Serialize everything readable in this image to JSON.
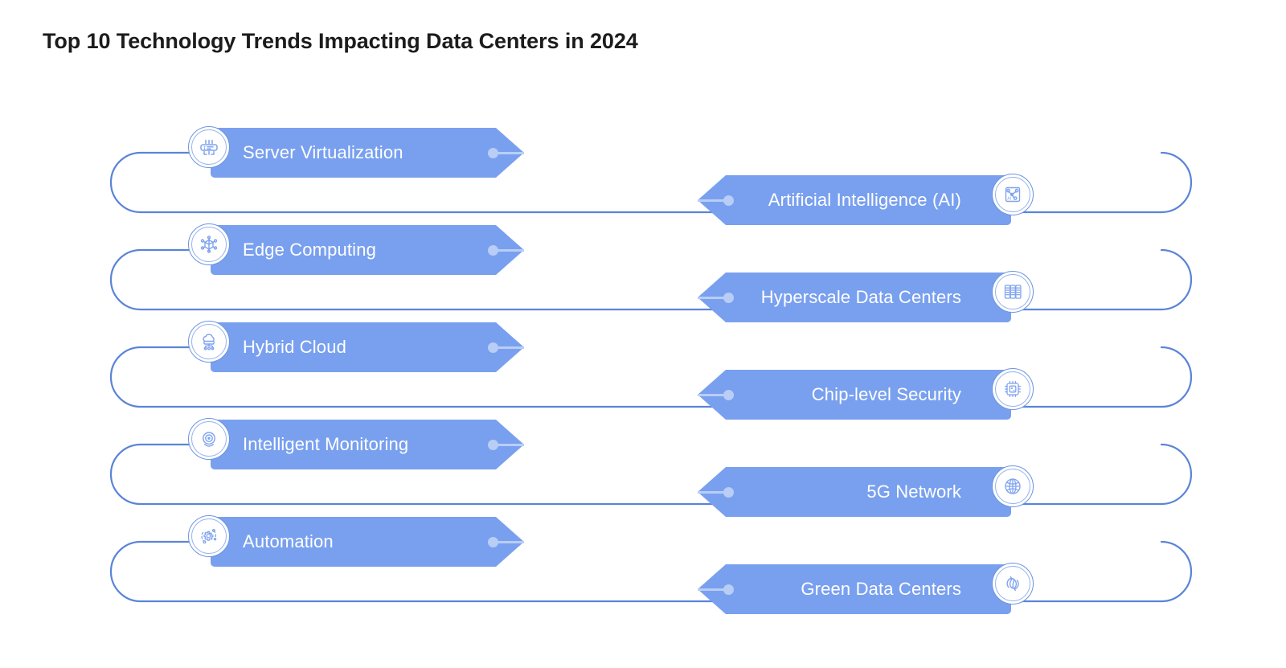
{
  "header": {
    "title": "Top 10 Technology Trends Impacting Data Centers in 2024"
  },
  "colors": {
    "chevron_fill": "#79a0ef",
    "track_stroke": "#5a84d8",
    "stub_light": "#b9cdf6",
    "label_text": "#ffffff",
    "title_text": "#1c1c1c",
    "badge_background": "#ffffff",
    "badge_ring": "#6d94e0",
    "icon_stroke": "#7fa3ee",
    "page_background": "#ffffff"
  },
  "chart_data": {
    "type": "diagram",
    "title": "Top 10 Technology Trends Impacting Data Centers in 2024",
    "layout": "zigzag-alternating-chevrons",
    "count": 10,
    "items": [
      {
        "index": 1,
        "label": "Server Virtualization",
        "side": "left",
        "icon": "server-rack-icon",
        "row": 1
      },
      {
        "index": 2,
        "label": "Artificial Intelligence (AI)",
        "side": "right",
        "icon": "ai-circuit-icon",
        "row": 1
      },
      {
        "index": 3,
        "label": "Edge Computing",
        "side": "left",
        "icon": "edge-node-cube-icon",
        "row": 2
      },
      {
        "index": 4,
        "label": "Hyperscale Data Centers",
        "side": "right",
        "icon": "data-center-racks-icon",
        "row": 2
      },
      {
        "index": 5,
        "label": "Hybrid Cloud",
        "side": "left",
        "icon": "cloud-network-icon",
        "row": 3
      },
      {
        "index": 6,
        "label": "Chip-level Security",
        "side": "right",
        "icon": "secure-chip-icon",
        "row": 3
      },
      {
        "index": 7,
        "label": "Intelligent Monitoring",
        "side": "left",
        "icon": "camera-monitor-icon",
        "row": 4
      },
      {
        "index": 8,
        "label": "5G Network",
        "side": "right",
        "icon": "globe-network-icon",
        "row": 4
      },
      {
        "index": 9,
        "label": "Automation",
        "side": "left",
        "icon": "gear-orbit-icon",
        "row": 5
      },
      {
        "index": 10,
        "label": "Green Data Centers",
        "side": "right",
        "icon": "leaf-recycle-icon",
        "row": 5
      }
    ]
  }
}
